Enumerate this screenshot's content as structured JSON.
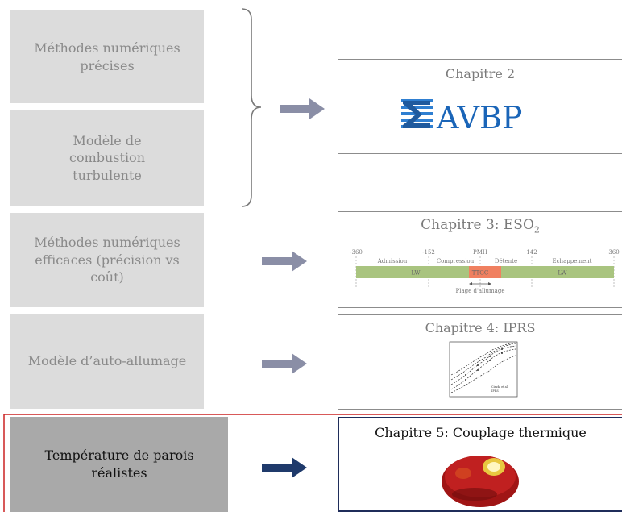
{
  "left_boxes": [
    {
      "label": "Méthodes numériques précises"
    },
    {
      "label": "Modèle de combustion turbulente"
    },
    {
      "label": "Méthodes numériques efficaces (précision vs coût)"
    },
    {
      "label": "Modèle d’auto-allumage"
    },
    {
      "label": "Température de parois réalistes"
    }
  ],
  "right_boxes": [
    {
      "title": "Chapitre 2",
      "logo_text": "AVBP"
    },
    {
      "title": "Chapitre 3: ESO",
      "title_sub": "2"
    },
    {
      "title": "Chapitre 4: IPRS"
    },
    {
      "title": "Chapitre 5: Couplage thermique"
    }
  ],
  "timeline": {
    "ticks": [
      "-360",
      "-152",
      "PMH",
      "142",
      "360"
    ],
    "phases": [
      "Admission",
      "Compression",
      "Détente",
      "Echappement"
    ],
    "bar_labels": [
      "LW",
      "TTGC",
      "LW"
    ],
    "range_label": "Plage d'allumage"
  },
  "plot_legend": [
    "Ciezki et al.",
    "IPRS"
  ],
  "colors": {
    "left_box": "#dcdcdc",
    "highlight_box": "#a9a9a9",
    "arrow": "#8a8ea6",
    "arrow_active": "#1f3a6b",
    "highlight_border": "#cc2222",
    "active_border": "#1f2d5a",
    "timeline_bar": "#a9c47f",
    "timeline_highlight": "#f08060",
    "logo_blue": "#2f7fd1"
  }
}
